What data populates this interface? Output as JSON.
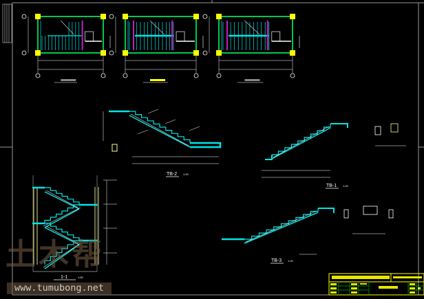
{
  "drawing": {
    "colors": {
      "background": "#000000",
      "frame": "#9a9a9a",
      "stair": "#00e5e5",
      "wall": "#00c850",
      "column": "#ffff00",
      "rail": "#c020c0",
      "dim": "#ffffff",
      "titleblock": "#ffff00"
    },
    "plans": [
      {
        "id": "plan-1"
      },
      {
        "id": "plan-2"
      },
      {
        "id": "plan-3"
      }
    ],
    "details": {
      "tb2": {
        "name": "TB-2",
        "scale": "1:20"
      },
      "tb1": {
        "name": "TB-1",
        "scale": "1:20"
      },
      "tb3": {
        "name": "TB-3",
        "scale": "1:20"
      },
      "section": {
        "name": "1-1",
        "scale": "1:50"
      }
    }
  },
  "watermark": {
    "brand": "土木帮",
    "url": "www.tumubong.net"
  }
}
